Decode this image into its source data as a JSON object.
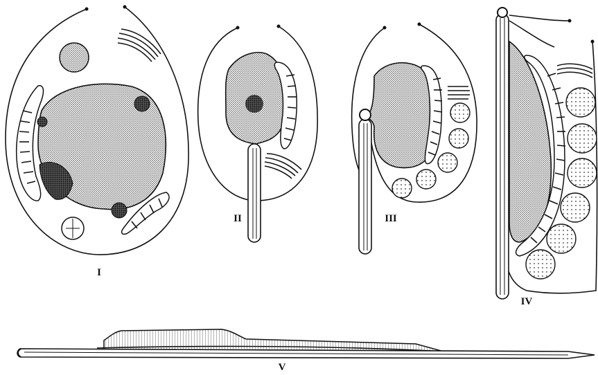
{
  "figure": {
    "stage_labels": {
      "stage_1": "I",
      "stage_2": "II",
      "stage_3": "III",
      "stage_4": "IV",
      "stage_5": "V"
    },
    "colors": {
      "ink": "#111111",
      "background": "#ffffff",
      "stipple_fill": "#9a9a9a"
    }
  }
}
